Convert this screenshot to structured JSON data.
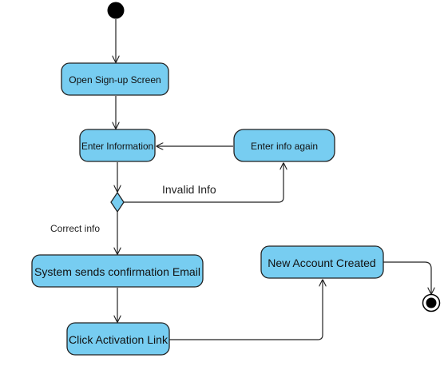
{
  "diagram": {
    "type": "uml-activity",
    "accent_color": "#77cdf1",
    "nodes": {
      "open_signup": {
        "label": "Open Sign-up Screen"
      },
      "enter_information": {
        "label": "Enter Information"
      },
      "enter_info_again": {
        "label": "Enter info again"
      },
      "send_confirmation": {
        "label": "System sends confirmation Email"
      },
      "click_activation": {
        "label": "Click Activation Link"
      },
      "new_account": {
        "label": "New Account Created"
      }
    },
    "edge_labels": {
      "invalid": "Invalid Info",
      "correct": "Correct info"
    },
    "edges": [
      {
        "from": "initial",
        "to": "open_signup"
      },
      {
        "from": "open_signup",
        "to": "enter_information"
      },
      {
        "from": "enter_information",
        "to": "decision"
      },
      {
        "from": "decision",
        "to": "enter_info_again",
        "label": "Invalid Info"
      },
      {
        "from": "enter_info_again",
        "to": "enter_information"
      },
      {
        "from": "decision",
        "to": "send_confirmation",
        "label": "Correct info"
      },
      {
        "from": "send_confirmation",
        "to": "click_activation"
      },
      {
        "from": "click_activation",
        "to": "new_account"
      },
      {
        "from": "new_account",
        "to": "final"
      }
    ]
  }
}
